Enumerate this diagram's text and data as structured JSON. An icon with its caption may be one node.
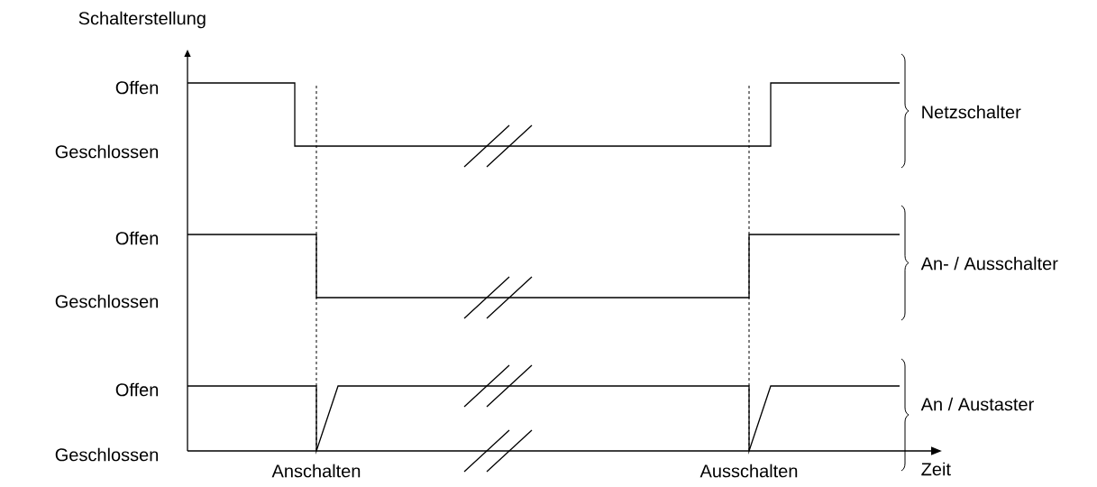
{
  "diagram": {
    "labels": [
      "Schalterstellung",
      "Offen",
      "Netzschalter",
      "Geschlossen",
      "Offen",
      "An- / Ausschalter",
      "Geschlossen",
      "Offen",
      "An / Austaster",
      "Geschlossen",
      "Anschalten",
      "Ausschalten",
      "Zeit"
    ]
  }
}
